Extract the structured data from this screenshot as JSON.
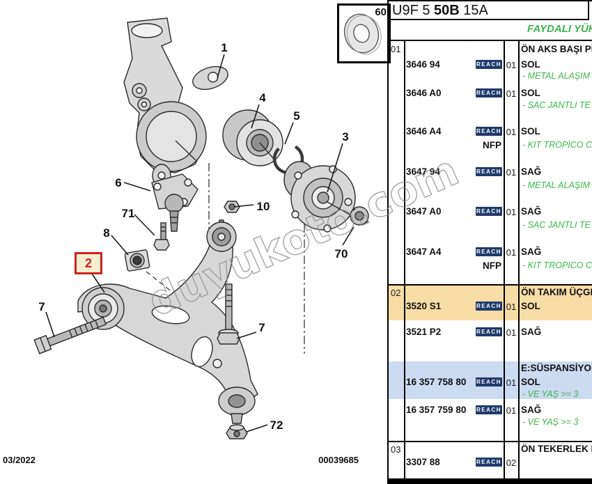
{
  "title": {
    "prefix": "U9F 5 ",
    "bold": "50B",
    "suffix": " 15A"
  },
  "header": {
    "useful_load_label": "FAYDALI YÜK"
  },
  "footer": {
    "date": "03/2022",
    "doc_number": "00039685"
  },
  "watermark": "duyukoto.com",
  "inset": {
    "label": "60"
  },
  "diagram": {
    "highlight": "2",
    "callouts": [
      "1",
      "4",
      "5",
      "3",
      "6",
      "71",
      "10",
      "8",
      "7",
      "7",
      "70",
      "72"
    ]
  },
  "table": {
    "reach_label": "REACH",
    "groups": [
      {
        "ref": "01",
        "title": "ÖN AKS BAŞI PİM",
        "rows": [
          {
            "part": "3646 94",
            "qty": "01",
            "side": "SOL",
            "note": "- METAL ALAŞIM"
          },
          {
            "part": "3646 A0",
            "qty": "01",
            "side": "SOL",
            "note": "- SAC JANTLI TE"
          },
          {
            "part": "3646 A4",
            "qty": "01",
            "side": "SOL",
            "note": "- KIT TROPICO C",
            "extra": "NFP"
          },
          {
            "part": "3647 94",
            "qty": "01",
            "side": "SAĞ",
            "note": "- METAL ALAŞIM"
          },
          {
            "part": "3647 A0",
            "qty": "01",
            "side": "SAĞ",
            "note": "- SAC JANTLI TE"
          },
          {
            "part": "3647 A4",
            "qty": "01",
            "side": "SAĞ",
            "note": "- KIT TROPICO C",
            "extra": "NFP"
          }
        ]
      },
      {
        "ref": "02",
        "title": "ÖN TAKIM ÜÇGE",
        "rows": [
          {
            "part": "3520 S1",
            "qty": "01",
            "side": "SOL"
          },
          {
            "part": "3521 P2",
            "qty": "01",
            "side": "SAĞ"
          },
          {
            "part": "16 357 758 80",
            "qty": "01",
            "side": "SOL",
            "subtitle": "E:SÜSPANSİYON",
            "note": "- VE YAŞ >= 3"
          },
          {
            "part": "16 357 759 80",
            "qty": "01",
            "side": "SAĞ",
            "note": "- VE YAŞ >= 3"
          }
        ]
      },
      {
        "ref": "03",
        "title": "ÖN TEKERLEK P",
        "rows": [
          {
            "part": "3307 88",
            "qty": "02"
          }
        ]
      }
    ]
  },
  "colors": {
    "highlight_red": "#cc2222",
    "row_orange": "#f8dca6",
    "row_blue": "#ccdaf2",
    "reach_navy": "#1f3a6b",
    "note_green": "#3cb54a"
  }
}
